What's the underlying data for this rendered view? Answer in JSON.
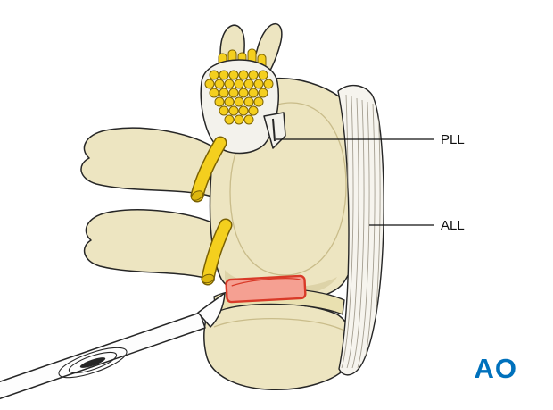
{
  "figure": {
    "type": "anatomical-illustration",
    "subject": "Vertebral segment with scalpel incising the intervertebral disc, posterior and anterior longitudinal ligaments labeled",
    "annotations": [
      {
        "id": "pll",
        "label": "PLL"
      },
      {
        "id": "all",
        "label": "ALL"
      }
    ],
    "logo": {
      "text": "AO"
    },
    "colors": {
      "background": "#ffffff",
      "outline": "#262626",
      "bone": "#EDE5C1",
      "bone_light": "#F6F1DC",
      "bone_shadow": "#C9BC8A",
      "disc": "#E9E0B0",
      "cord_white": "#F3F2EC",
      "ligament": "#F6F4EE",
      "ligament_line": "#A49E90",
      "nerve": "#F4CF1E",
      "nerve_dark": "#DDB70F",
      "nerve_outline": "#7A6103",
      "incision_fill": "#F5A092",
      "incision_stroke": "#D93A28",
      "metal": "#FDFDFD",
      "label_color": "#111111",
      "leader_line": "#111111",
      "logo_blue": "#0071BC"
    }
  }
}
